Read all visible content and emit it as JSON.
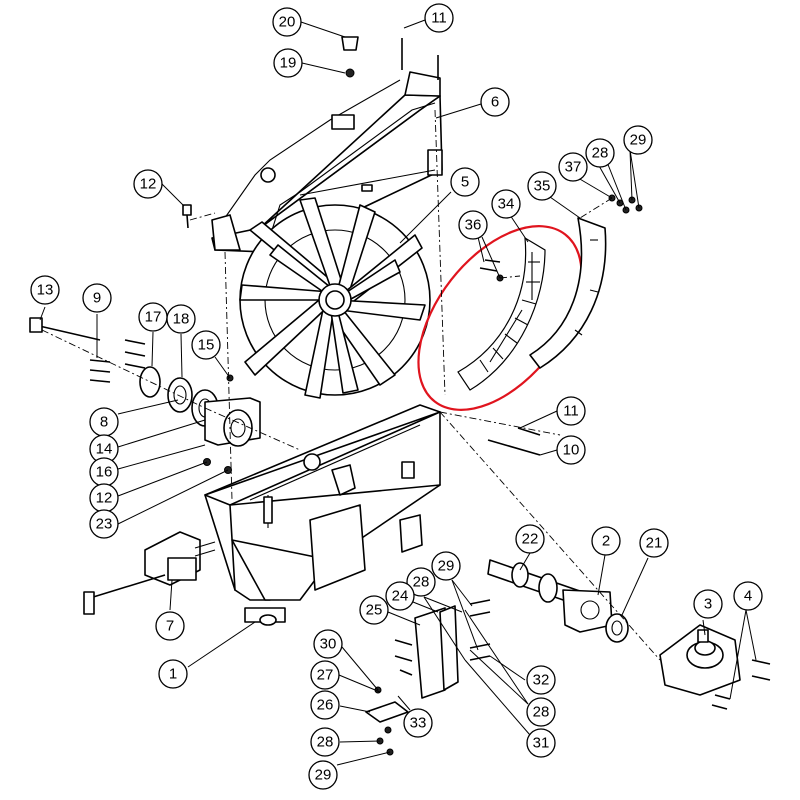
{
  "diagram": {
    "callouts": [
      {
        "id": "c20a",
        "label": "20"
      },
      {
        "id": "c11a",
        "label": "11"
      },
      {
        "id": "c19",
        "label": "19"
      },
      {
        "id": "c6",
        "label": "6"
      },
      {
        "id": "c12a",
        "label": "12"
      },
      {
        "id": "c5",
        "label": "5"
      },
      {
        "id": "c37",
        "label": "37"
      },
      {
        "id": "c28a",
        "label": "28"
      },
      {
        "id": "c29a",
        "label": "29"
      },
      {
        "id": "c35",
        "label": "35"
      },
      {
        "id": "c34",
        "label": "34"
      },
      {
        "id": "c36",
        "label": "36"
      },
      {
        "id": "c13",
        "label": "13"
      },
      {
        "id": "c9",
        "label": "9"
      },
      {
        "id": "c17",
        "label": "17"
      },
      {
        "id": "c18",
        "label": "18"
      },
      {
        "id": "c15",
        "label": "15"
      },
      {
        "id": "c8",
        "label": "8"
      },
      {
        "id": "c14",
        "label": "14"
      },
      {
        "id": "c16",
        "label": "16"
      },
      {
        "id": "c12b",
        "label": "12"
      },
      {
        "id": "c23",
        "label": "23"
      },
      {
        "id": "c11b",
        "label": "11"
      },
      {
        "id": "c10",
        "label": "10"
      },
      {
        "id": "c22",
        "label": "22"
      },
      {
        "id": "c2",
        "label": "2"
      },
      {
        "id": "c21",
        "label": "21"
      },
      {
        "id": "c3",
        "label": "3"
      },
      {
        "id": "c4",
        "label": "4"
      },
      {
        "id": "c7",
        "label": "7"
      },
      {
        "id": "c1",
        "label": "1"
      },
      {
        "id": "c29b",
        "label": "29"
      },
      {
        "id": "c28b",
        "label": "28"
      },
      {
        "id": "c24",
        "label": "24"
      },
      {
        "id": "c25",
        "label": "25"
      },
      {
        "id": "c30",
        "label": "30"
      },
      {
        "id": "c27",
        "label": "27"
      },
      {
        "id": "c26",
        "label": "26"
      },
      {
        "id": "c33",
        "label": "33"
      },
      {
        "id": "c32",
        "label": "32"
      },
      {
        "id": "c28c",
        "label": "28"
      },
      {
        "id": "c31",
        "label": "31"
      },
      {
        "id": "c28d",
        "label": "28"
      },
      {
        "id": "c29c",
        "label": "29"
      }
    ],
    "highlight_color": "#e0141e",
    "line_color": "#000000"
  }
}
